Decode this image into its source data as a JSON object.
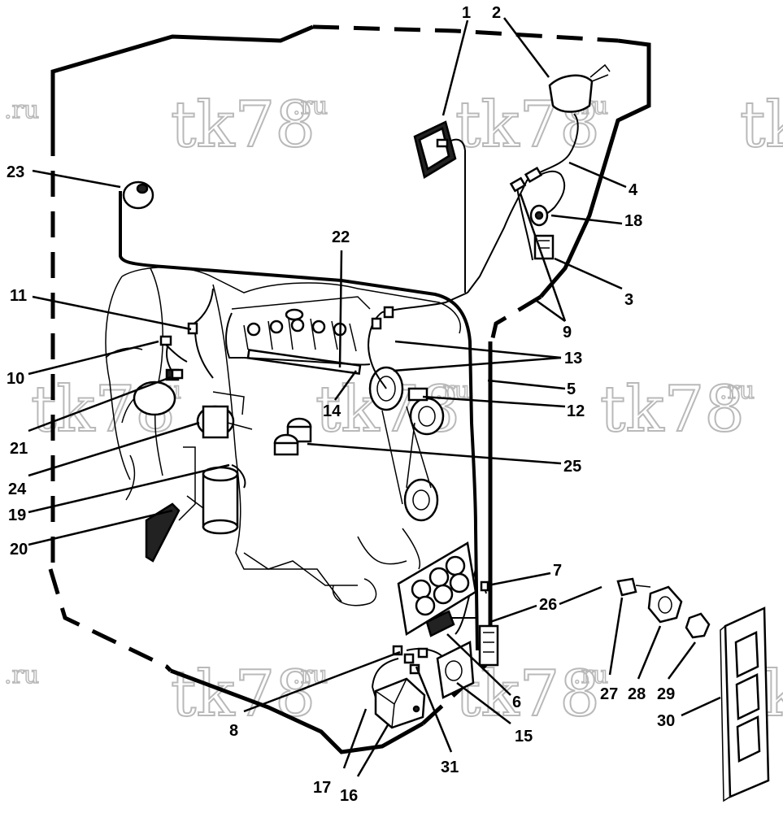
{
  "watermark": {
    "brand": "tk78",
    "suffix": ".ru"
  },
  "callouts": [
    {
      "n": "1"
    },
    {
      "n": "2"
    },
    {
      "n": "3"
    },
    {
      "n": "4"
    },
    {
      "n": "5"
    },
    {
      "n": "6"
    },
    {
      "n": "7"
    },
    {
      "n": "8"
    },
    {
      "n": "9"
    },
    {
      "n": "10"
    },
    {
      "n": "11"
    },
    {
      "n": "12"
    },
    {
      "n": "13"
    },
    {
      "n": "14"
    },
    {
      "n": "15"
    },
    {
      "n": "16"
    },
    {
      "n": "17"
    },
    {
      "n": "18"
    },
    {
      "n": "19"
    },
    {
      "n": "20"
    },
    {
      "n": "21"
    },
    {
      "n": "22"
    },
    {
      "n": "23"
    },
    {
      "n": "24"
    },
    {
      "n": "25"
    },
    {
      "n": "26"
    },
    {
      "n": "27"
    },
    {
      "n": "28"
    },
    {
      "n": "29"
    },
    {
      "n": "30"
    },
    {
      "n": "31"
    }
  ]
}
